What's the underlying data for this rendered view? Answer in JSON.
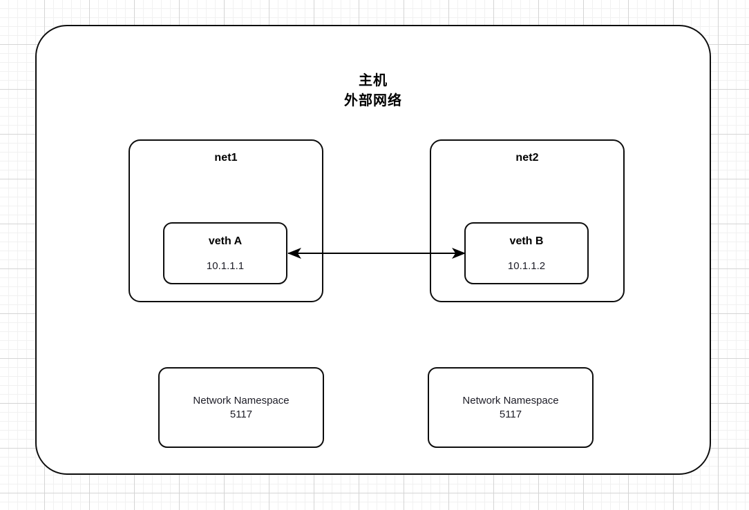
{
  "diagram": {
    "type": "network-topology",
    "host": {
      "title_lines": [
        "主机",
        "外部网络"
      ]
    },
    "groups": [
      {
        "id": "net1",
        "label": "net1",
        "interface": {
          "name": "veth A",
          "ip": "10.1.1.1"
        },
        "namespace": {
          "label": "Network Namespace",
          "id": "5117"
        }
      },
      {
        "id": "net2",
        "label": "net2",
        "interface": {
          "name": "veth B",
          "ip": "10.1.1.2"
        },
        "namespace": {
          "label": "Network Namespace",
          "id": "5117"
        }
      }
    ],
    "connector": {
      "name": "veth-pair-link",
      "style": "double-headed-arrow",
      "from": "veth A",
      "to": "veth B",
      "label": ""
    },
    "colors": {
      "stroke": "#0d0d0d",
      "fill": "#ffffff",
      "text": "#000000",
      "grid_minor": "#f1f1f1",
      "grid_major": "#d4d4d4"
    }
  }
}
